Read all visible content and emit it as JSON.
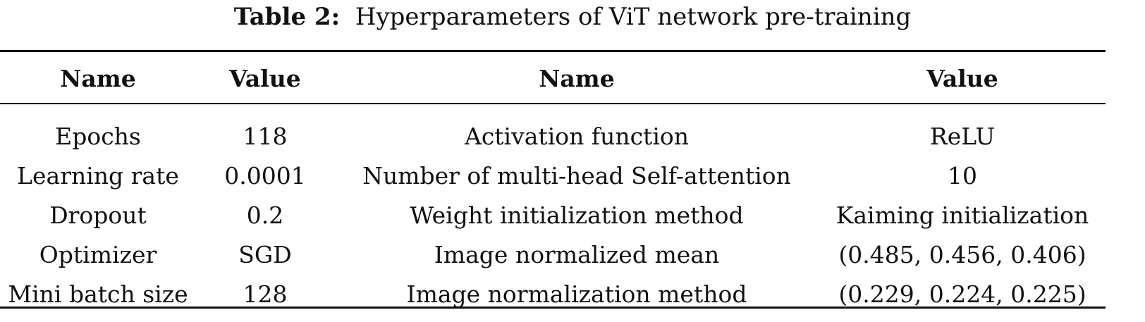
{
  "caption": {
    "label": "Table 2:",
    "text": "Hyperparameters of ViT network pre-training"
  },
  "table": {
    "headers": [
      "Name",
      "Value",
      "Name",
      "Value"
    ],
    "rows": [
      [
        "Epochs",
        "118",
        "Activation function",
        "ReLU"
      ],
      [
        "Learning rate",
        "0.0001",
        "Number of multi-head Self-attention",
        "10"
      ],
      [
        "Dropout",
        "0.2",
        "Weight initialization method",
        "Kaiming initialization"
      ],
      [
        "Optimizer",
        "SGD",
        "Image normalized mean",
        "(0.485, 0.456, 0.406)"
      ],
      [
        "Mini batch size",
        "128",
        "Image normalization method",
        "(0.229, 0.224, 0.225)"
      ]
    ]
  }
}
